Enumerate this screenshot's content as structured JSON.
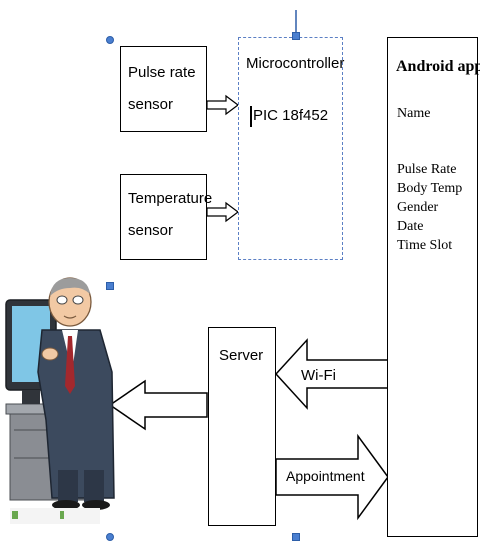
{
  "pulse_sensor": {
    "line1": "Pulse rate",
    "line2": "sensor"
  },
  "temp_sensor": {
    "line1": "Temperature",
    "line2": "sensor"
  },
  "microcontroller": {
    "title": "Microcontroller",
    "model": "PIC 18f452"
  },
  "android": {
    "title": "Android app",
    "name_field": "Name",
    "fields": [
      "Pulse Rate",
      "Body Temp",
      "Gender",
      "Date",
      "Time Slot"
    ]
  },
  "server": {
    "label": "Server"
  },
  "arrows": {
    "wifi": "Wi-Fi",
    "appointment": "Appointment"
  },
  "colors": {
    "handle": "#4a7fd0",
    "dashed_border": "#5b7fc4",
    "doctor_suit": "#3c4a5e",
    "monitor": "#7fc6e6"
  },
  "icons": {
    "doctor": "doctor-at-computer-clipart"
  }
}
